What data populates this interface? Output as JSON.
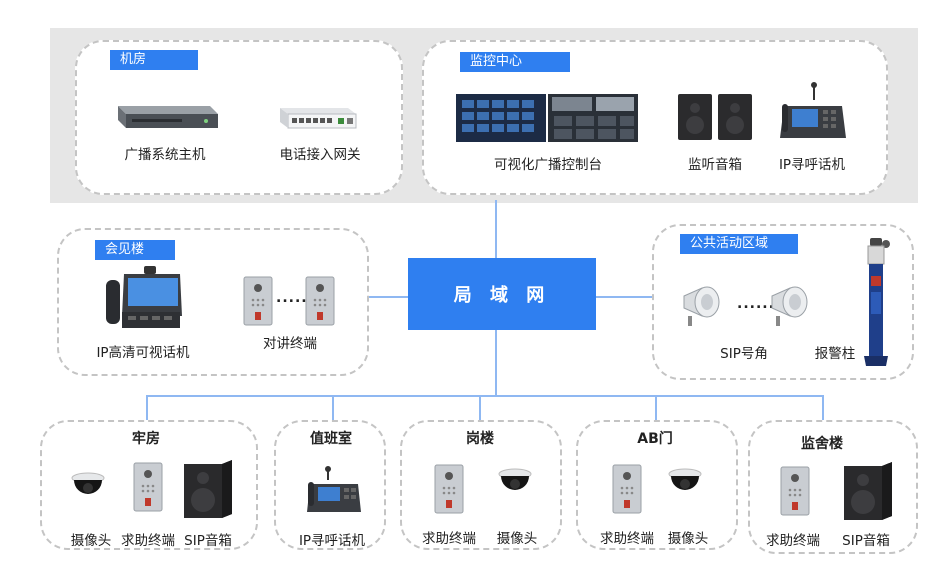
{
  "hub": {
    "label": "局 域 网"
  },
  "machine_room": {
    "tag": "机房",
    "items": [
      {
        "label": "广播系统主机"
      },
      {
        "label": "电话接入网关"
      }
    ]
  },
  "monitor_center": {
    "tag": "监控中心",
    "items": [
      {
        "label": "可视化广播控制台"
      },
      {
        "label": "监听音箱"
      },
      {
        "label": "IP寻呼话机"
      }
    ]
  },
  "meeting_building": {
    "tag": "会见楼",
    "items": [
      {
        "label": "IP高清可视话机"
      },
      {
        "label": "对讲终端"
      }
    ],
    "ellipsis": "......"
  },
  "public_area": {
    "tag": "公共活动区域",
    "items": [
      {
        "label": "SIP号角"
      },
      {
        "label": "报警柱"
      }
    ],
    "ellipsis": "......"
  },
  "prison_cell": {
    "title": "牢房",
    "items": [
      {
        "label": "摄像头"
      },
      {
        "label": "求助终端"
      },
      {
        "label": "SIP音箱"
      }
    ]
  },
  "duty_room": {
    "title": "值班室",
    "items": [
      {
        "label": "IP寻呼话机"
      }
    ]
  },
  "watchtower": {
    "title": "岗楼",
    "items": [
      {
        "label": "求助终端"
      },
      {
        "label": "摄像头"
      }
    ]
  },
  "ab_gate": {
    "title": "AB门",
    "items": [
      {
        "label": "求助终端"
      },
      {
        "label": "摄像头"
      }
    ]
  },
  "dormitory": {
    "title": "监舍楼",
    "items": [
      {
        "label": "求助终端"
      },
      {
        "label": "SIP音箱"
      }
    ]
  },
  "colors": {
    "accent": "#2f7ff0",
    "line": "#8fb8f2",
    "dashed_border": "#c4c4c4",
    "band": "#e6e6e6"
  }
}
